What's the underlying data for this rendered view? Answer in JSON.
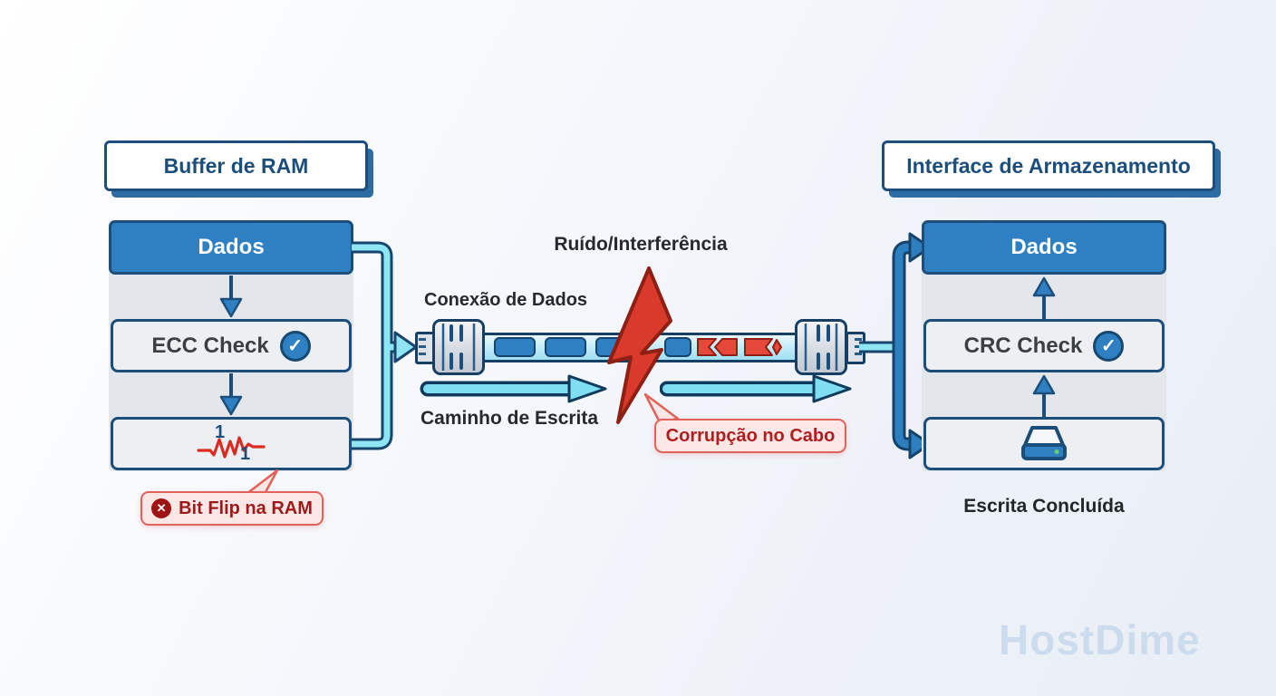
{
  "left_panel": {
    "header": "Buffer de RAM",
    "data_box": "Dados",
    "check_box": "ECC Check",
    "bit_top": "1",
    "bit_bottom": "1",
    "error_callout": "Bit Flip na RAM"
  },
  "cable": {
    "noise_label": "Ruído/Interferência",
    "connection_label": "Conexão de Dados",
    "write_path_label": "Caminho de Escrita",
    "corruption_callout": "Corrupção no Cabo"
  },
  "right_panel": {
    "header": "Interface de Armazenamento",
    "data_box": "Dados",
    "check_box": "CRC Check",
    "status_text": "Escrita Concluída"
  },
  "watermark": "HostDime",
  "icons": {
    "check": "✓",
    "error": "✕"
  },
  "colors": {
    "blue": "#2e80c3",
    "navy": "#1c4e7c",
    "cyan": "#8ee6f5",
    "red": "#d93a2b",
    "dark_red": "#9e1414",
    "pink": "#fbe7e6",
    "gray_strip": "#e3e6ea",
    "background": "#eef2f8"
  }
}
